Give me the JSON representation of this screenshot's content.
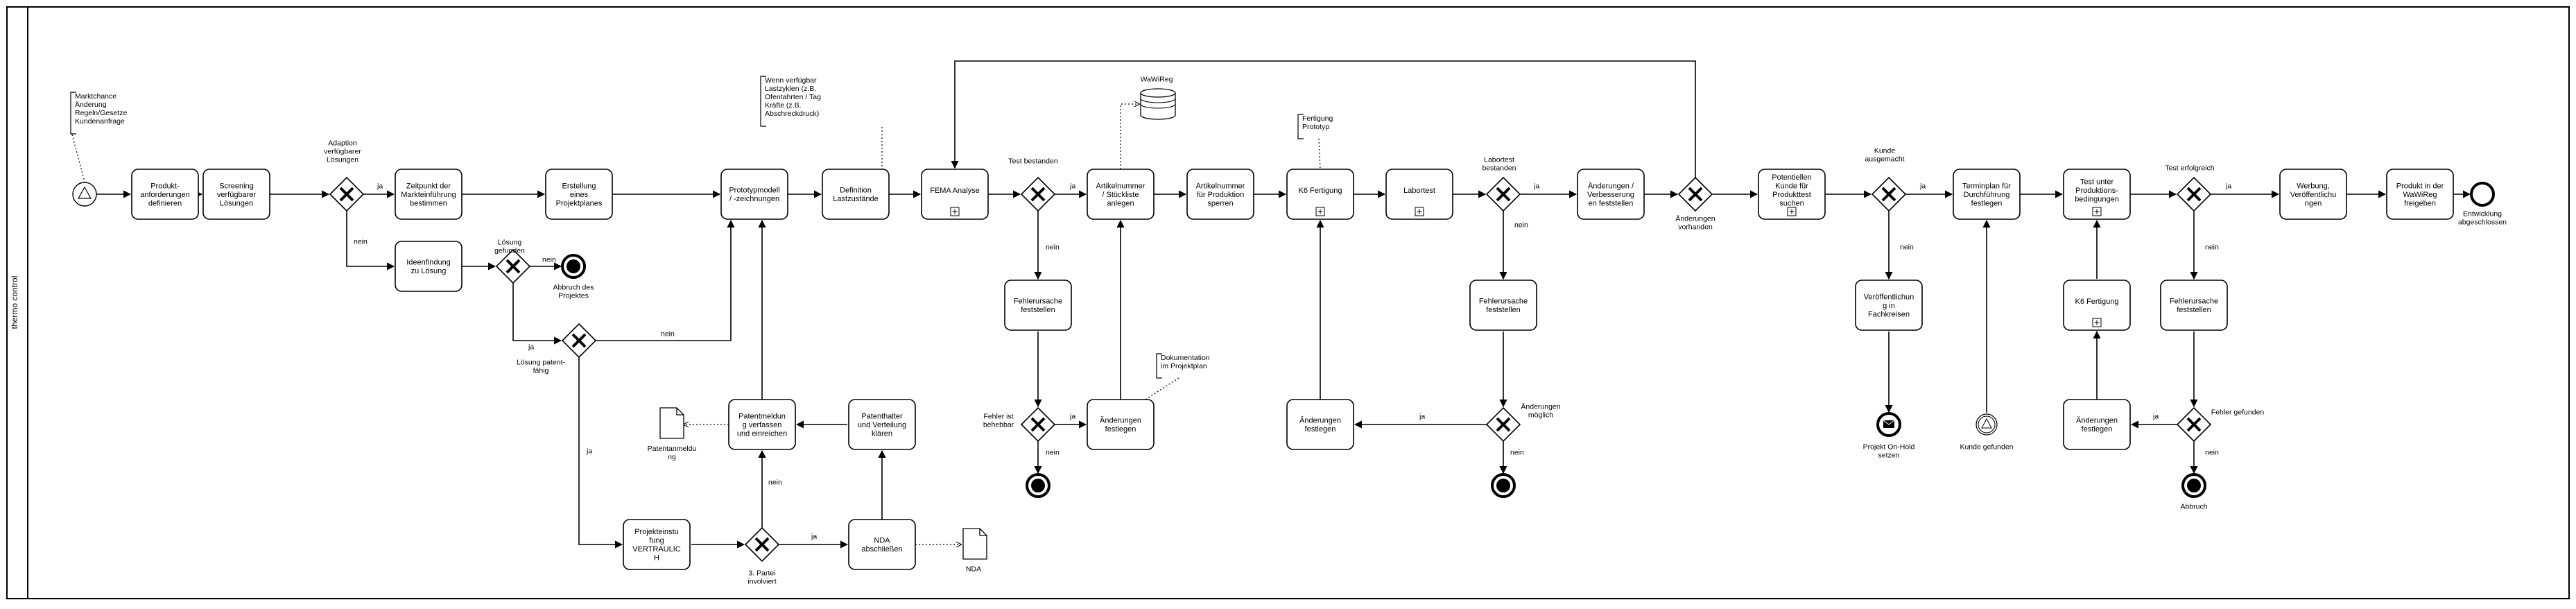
{
  "pool": {
    "label": "thermo control"
  },
  "annotations": {
    "market": [
      "Marktchance",
      "Änderung",
      "Regeln/Gesetze",
      "Kundenanfrage"
    ],
    "load": [
      "Wenn verfügbar",
      "Lastzyklen (z.B.",
      "Ofentahrten / Tag",
      "Kräfte (z.B.",
      "Abschreckdruck)"
    ],
    "prototype": [
      "Fertigung",
      "Prototyp"
    ],
    "doc": [
      "Dokumentation",
      "im Projektplan"
    ]
  },
  "tasks": {
    "t1": [
      "Produkt-",
      "anforderungen",
      "definieren"
    ],
    "t2": [
      "Screening",
      "verfügbarer",
      "Lösungen"
    ],
    "t3": [
      "Zeitpunkt der",
      "Markteinführung",
      "bestimmen"
    ],
    "t4": [
      "Erstellung",
      "eines",
      "Projektplanes"
    ],
    "t5": [
      "Ideenfindung",
      "zu Lösung"
    ],
    "t6": [
      "Prototypmodell",
      "/ -zeichnungen"
    ],
    "t7": [
      "Definition",
      "Lastzustände"
    ],
    "t8": [
      "Patentmeldun",
      "g verfassen",
      "und einreichen"
    ],
    "t9": [
      "Patenthalter",
      "und Verteilung",
      "klären"
    ],
    "t10": [
      "Projekteinstu",
      "fung",
      "VERTRAULIC",
      "H"
    ],
    "t11": [
      "NDA",
      "abschließen"
    ],
    "t12": [
      "FEMA Analyse"
    ],
    "t13": [
      "Artikelnummer",
      "/ Stückliste",
      "anlegen"
    ],
    "t14": [
      "Artikelnummer",
      "für Produktion",
      "sperren"
    ],
    "t15": [
      "K6 Fertigung"
    ],
    "t16": [
      "Labortest"
    ],
    "t17": [
      "Änderungen /",
      "Verbesserung",
      "en feststellen"
    ],
    "t18": [
      "Fehlerursache",
      "feststellen"
    ],
    "t19": [
      "Änderungen",
      "festlegen"
    ],
    "t20": [
      "Änderungen",
      "festlegen"
    ],
    "t21": [
      "Fehlerursache",
      "feststellen"
    ],
    "t22": [
      "Potentiellen",
      "Kunde für",
      "Produkttest",
      "suchen"
    ],
    "t23": [
      "Veröffentlichun",
      "g in",
      "Fachkreisen"
    ],
    "t24": [
      "Terminplan für",
      "Durchführung",
      "festlegen"
    ],
    "t25": [
      "Test unter",
      "Produktions-",
      "bedingungen"
    ],
    "t26": [
      "K6 Fertigung"
    ],
    "t27": [
      "Änderungen",
      "festlegen"
    ],
    "t28": [
      "Werbung,",
      "Veröffentlichu",
      "ngen"
    ],
    "t29": [
      "Produkt in der",
      "WaWiReg",
      "freigeben"
    ],
    "t30": [
      "Fehlerursache",
      "feststellen"
    ]
  },
  "gateway_labels": {
    "g1": [
      "Adaption",
      "verfügbarer",
      "Lösungen"
    ],
    "g2": [
      "Lösung",
      "gefunden"
    ],
    "g3": [
      "Lösung patent-",
      "fähig"
    ],
    "g4": [
      "3. Partei",
      "involviert"
    ],
    "g5": [
      "Test bestanden"
    ],
    "g6": [
      "Fehler ist",
      "behebbar"
    ],
    "g7": [
      "Labortest",
      "bestanden"
    ],
    "g8": [
      "Änderungen",
      "möglich"
    ],
    "g9": [
      "Änderungen",
      "vorhanden"
    ],
    "g10": [
      "Kunde",
      "ausgemacht"
    ],
    "g11": [
      "Test erfolgreich"
    ],
    "g12": [
      "Fehler gefunden"
    ]
  },
  "event_labels": {
    "e_abbruch1": [
      "Abbruch des",
      "Projektes"
    ],
    "e_end_final": [
      "Entwicklung",
      "abgeschlossen"
    ],
    "e_onhold": [
      "Projekt On-Hold",
      "setzen"
    ],
    "e_kunde": [
      "Kunde gefunden"
    ],
    "e_abbruch2": [
      "Abbruch"
    ]
  },
  "data_labels": {
    "patent": [
      "Patentanmeldu",
      "ng"
    ],
    "nda": [
      "NDA"
    ],
    "wawireg": [
      "WaWiReg"
    ]
  },
  "flow_labels": {
    "ja": "ja",
    "nein": "nein"
  }
}
